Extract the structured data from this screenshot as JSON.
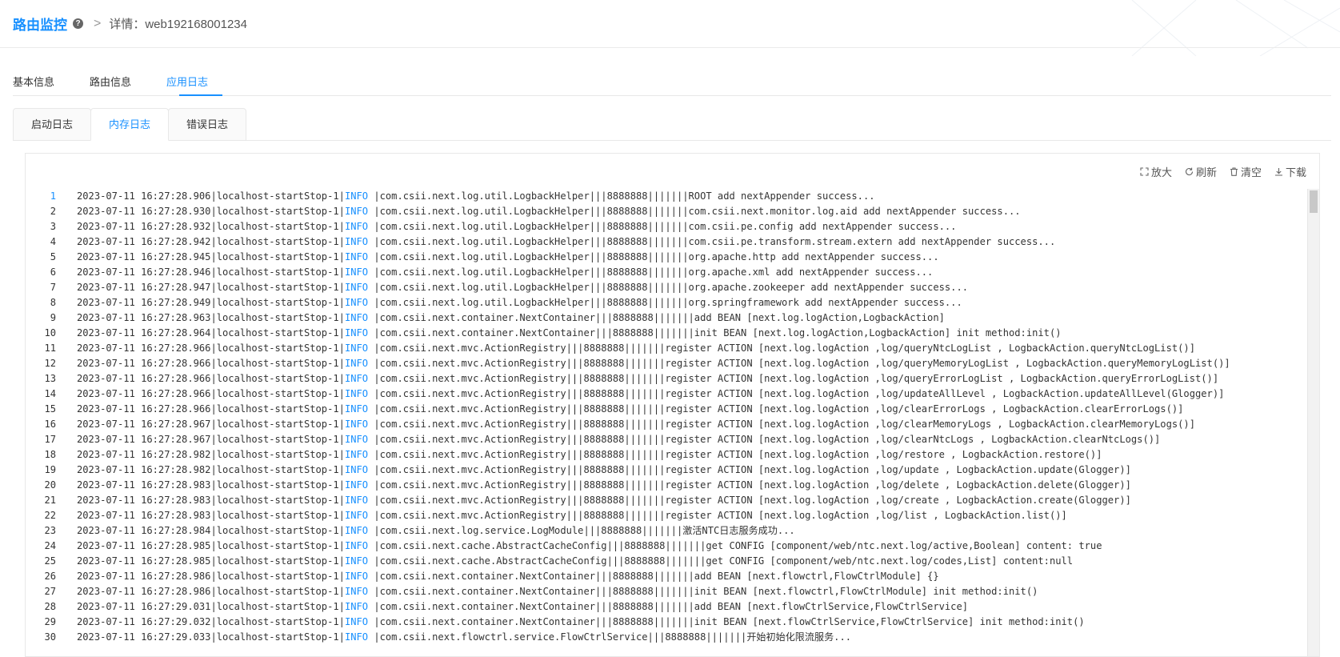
{
  "breadcrumb": {
    "root": "路由监控",
    "separator": ">",
    "current": "详情：web192168001234"
  },
  "tabs": [
    {
      "label": "基本信息"
    },
    {
      "label": "路由信息"
    },
    {
      "label": "应用日志",
      "active": true
    }
  ],
  "subtabs": [
    {
      "label": "启动日志"
    },
    {
      "label": "内存日志",
      "active": true
    },
    {
      "label": "错误日志"
    }
  ],
  "toolbar": {
    "zoom": "放大",
    "refresh": "刷新",
    "clear": "清空",
    "download": "下载"
  },
  "colors": {
    "accent": "#1890ff",
    "text": "#333333",
    "border": "#e8e8e8"
  },
  "log": [
    {
      "n": "1",
      "pre": "2023-07-11 16:27:28.906|localhost-startStop-1|",
      "level": "INFO",
      "post": " |com.csii.next.log.util.LogbackHelper|||8888888|||||||ROOT add nextAppender success..."
    },
    {
      "n": "2",
      "pre": "2023-07-11 16:27:28.930|localhost-startStop-1|",
      "level": "INFO",
      "post": " |com.csii.next.log.util.LogbackHelper|||8888888|||||||com.csii.next.monitor.log.aid add nextAppender success..."
    },
    {
      "n": "3",
      "pre": "2023-07-11 16:27:28.932|localhost-startStop-1|",
      "level": "INFO",
      "post": " |com.csii.next.log.util.LogbackHelper|||8888888|||||||com.csii.pe.config add nextAppender success..."
    },
    {
      "n": "4",
      "pre": "2023-07-11 16:27:28.942|localhost-startStop-1|",
      "level": "INFO",
      "post": " |com.csii.next.log.util.LogbackHelper|||8888888|||||||com.csii.pe.transform.stream.extern add nextAppender success..."
    },
    {
      "n": "5",
      "pre": "2023-07-11 16:27:28.945|localhost-startStop-1|",
      "level": "INFO",
      "post": " |com.csii.next.log.util.LogbackHelper|||8888888|||||||org.apache.http add nextAppender success..."
    },
    {
      "n": "6",
      "pre": "2023-07-11 16:27:28.946|localhost-startStop-1|",
      "level": "INFO",
      "post": " |com.csii.next.log.util.LogbackHelper|||8888888|||||||org.apache.xml add nextAppender success..."
    },
    {
      "n": "7",
      "pre": "2023-07-11 16:27:28.947|localhost-startStop-1|",
      "level": "INFO",
      "post": " |com.csii.next.log.util.LogbackHelper|||8888888|||||||org.apache.zookeeper add nextAppender success..."
    },
    {
      "n": "8",
      "pre": "2023-07-11 16:27:28.949|localhost-startStop-1|",
      "level": "INFO",
      "post": " |com.csii.next.log.util.LogbackHelper|||8888888|||||||org.springframework add nextAppender success..."
    },
    {
      "n": "9",
      "pre": "2023-07-11 16:27:28.963|localhost-startStop-1|",
      "level": "INFO",
      "post": " |com.csii.next.container.NextContainer|||8888888|||||||add BEAN [next.log.logAction,LogbackAction]"
    },
    {
      "n": "10",
      "pre": "2023-07-11 16:27:28.964|localhost-startStop-1|",
      "level": "INFO",
      "post": " |com.csii.next.container.NextContainer|||8888888|||||||init BEAN [next.log.logAction,LogbackAction] init method:init()"
    },
    {
      "n": "11",
      "pre": "2023-07-11 16:27:28.966|localhost-startStop-1|",
      "level": "INFO",
      "post": " |com.csii.next.mvc.ActionRegistry|||8888888|||||||register ACTION [next.log.logAction ,log/queryNtcLogList , LogbackAction.queryNtcLogList()]"
    },
    {
      "n": "12",
      "pre": "2023-07-11 16:27:28.966|localhost-startStop-1|",
      "level": "INFO",
      "post": " |com.csii.next.mvc.ActionRegistry|||8888888|||||||register ACTION [next.log.logAction ,log/queryMemoryLogList , LogbackAction.queryMemoryLogList()]"
    },
    {
      "n": "13",
      "pre": "2023-07-11 16:27:28.966|localhost-startStop-1|",
      "level": "INFO",
      "post": " |com.csii.next.mvc.ActionRegistry|||8888888|||||||register ACTION [next.log.logAction ,log/queryErrorLogList , LogbackAction.queryErrorLogList()]"
    },
    {
      "n": "14",
      "pre": "2023-07-11 16:27:28.966|localhost-startStop-1|",
      "level": "INFO",
      "post": " |com.csii.next.mvc.ActionRegistry|||8888888|||||||register ACTION [next.log.logAction ,log/updateAllLevel , LogbackAction.updateAllLevel(Glogger)]"
    },
    {
      "n": "15",
      "pre": "2023-07-11 16:27:28.966|localhost-startStop-1|",
      "level": "INFO",
      "post": " |com.csii.next.mvc.ActionRegistry|||8888888|||||||register ACTION [next.log.logAction ,log/clearErrorLogs , LogbackAction.clearErrorLogs()]"
    },
    {
      "n": "16",
      "pre": "2023-07-11 16:27:28.967|localhost-startStop-1|",
      "level": "INFO",
      "post": " |com.csii.next.mvc.ActionRegistry|||8888888|||||||register ACTION [next.log.logAction ,log/clearMemoryLogs , LogbackAction.clearMemoryLogs()]"
    },
    {
      "n": "17",
      "pre": "2023-07-11 16:27:28.967|localhost-startStop-1|",
      "level": "INFO",
      "post": " |com.csii.next.mvc.ActionRegistry|||8888888|||||||register ACTION [next.log.logAction ,log/clearNtcLogs , LogbackAction.clearNtcLogs()]"
    },
    {
      "n": "18",
      "pre": "2023-07-11 16:27:28.982|localhost-startStop-1|",
      "level": "INFO",
      "post": " |com.csii.next.mvc.ActionRegistry|||8888888|||||||register ACTION [next.log.logAction ,log/restore , LogbackAction.restore()]"
    },
    {
      "n": "19",
      "pre": "2023-07-11 16:27:28.982|localhost-startStop-1|",
      "level": "INFO",
      "post": " |com.csii.next.mvc.ActionRegistry|||8888888|||||||register ACTION [next.log.logAction ,log/update , LogbackAction.update(Glogger)]"
    },
    {
      "n": "20",
      "pre": "2023-07-11 16:27:28.983|localhost-startStop-1|",
      "level": "INFO",
      "post": " |com.csii.next.mvc.ActionRegistry|||8888888|||||||register ACTION [next.log.logAction ,log/delete , LogbackAction.delete(Glogger)]"
    },
    {
      "n": "21",
      "pre": "2023-07-11 16:27:28.983|localhost-startStop-1|",
      "level": "INFO",
      "post": " |com.csii.next.mvc.ActionRegistry|||8888888|||||||register ACTION [next.log.logAction ,log/create , LogbackAction.create(Glogger)]"
    },
    {
      "n": "22",
      "pre": "2023-07-11 16:27:28.983|localhost-startStop-1|",
      "level": "INFO",
      "post": " |com.csii.next.mvc.ActionRegistry|||8888888|||||||register ACTION [next.log.logAction ,log/list , LogbackAction.list()]"
    },
    {
      "n": "23",
      "pre": "2023-07-11 16:27:28.984|localhost-startStop-1|",
      "level": "INFO",
      "post": " |com.csii.next.log.service.LogModule|||8888888|||||||激活NTC日志服务成功..."
    },
    {
      "n": "24",
      "pre": "2023-07-11 16:27:28.985|localhost-startStop-1|",
      "level": "INFO",
      "post": " |com.csii.next.cache.AbstractCacheConfig|||8888888|||||||get CONFIG [component/web/ntc.next.log/active,Boolean] content: true"
    },
    {
      "n": "25",
      "pre": "2023-07-11 16:27:28.985|localhost-startStop-1|",
      "level": "INFO",
      "post": " |com.csii.next.cache.AbstractCacheConfig|||8888888|||||||get CONFIG [component/web/ntc.next.log/codes,List] content:null"
    },
    {
      "n": "26",
      "pre": "2023-07-11 16:27:28.986|localhost-startStop-1|",
      "level": "INFO",
      "post": " |com.csii.next.container.NextContainer|||8888888|||||||add BEAN [next.flowctrl,FlowCtrlModule] {}"
    },
    {
      "n": "27",
      "pre": "2023-07-11 16:27:28.986|localhost-startStop-1|",
      "level": "INFO",
      "post": " |com.csii.next.container.NextContainer|||8888888|||||||init BEAN [next.flowctrl,FlowCtrlModule] init method:init()"
    },
    {
      "n": "28",
      "pre": "2023-07-11 16:27:29.031|localhost-startStop-1|",
      "level": "INFO",
      "post": " |com.csii.next.container.NextContainer|||8888888|||||||add BEAN [next.flowCtrlService,FlowCtrlService]"
    },
    {
      "n": "29",
      "pre": "2023-07-11 16:27:29.032|localhost-startStop-1|",
      "level": "INFO",
      "post": " |com.csii.next.container.NextContainer|||8888888|||||||init BEAN [next.flowCtrlService,FlowCtrlService] init method:init()"
    },
    {
      "n": "30",
      "pre": "2023-07-11 16:27:29.033|localhost-startStop-1|",
      "level": "INFO",
      "post": " |com.csii.next.flowctrl.service.FlowCtrlService|||8888888|||||||开始初始化限流服务..."
    }
  ]
}
